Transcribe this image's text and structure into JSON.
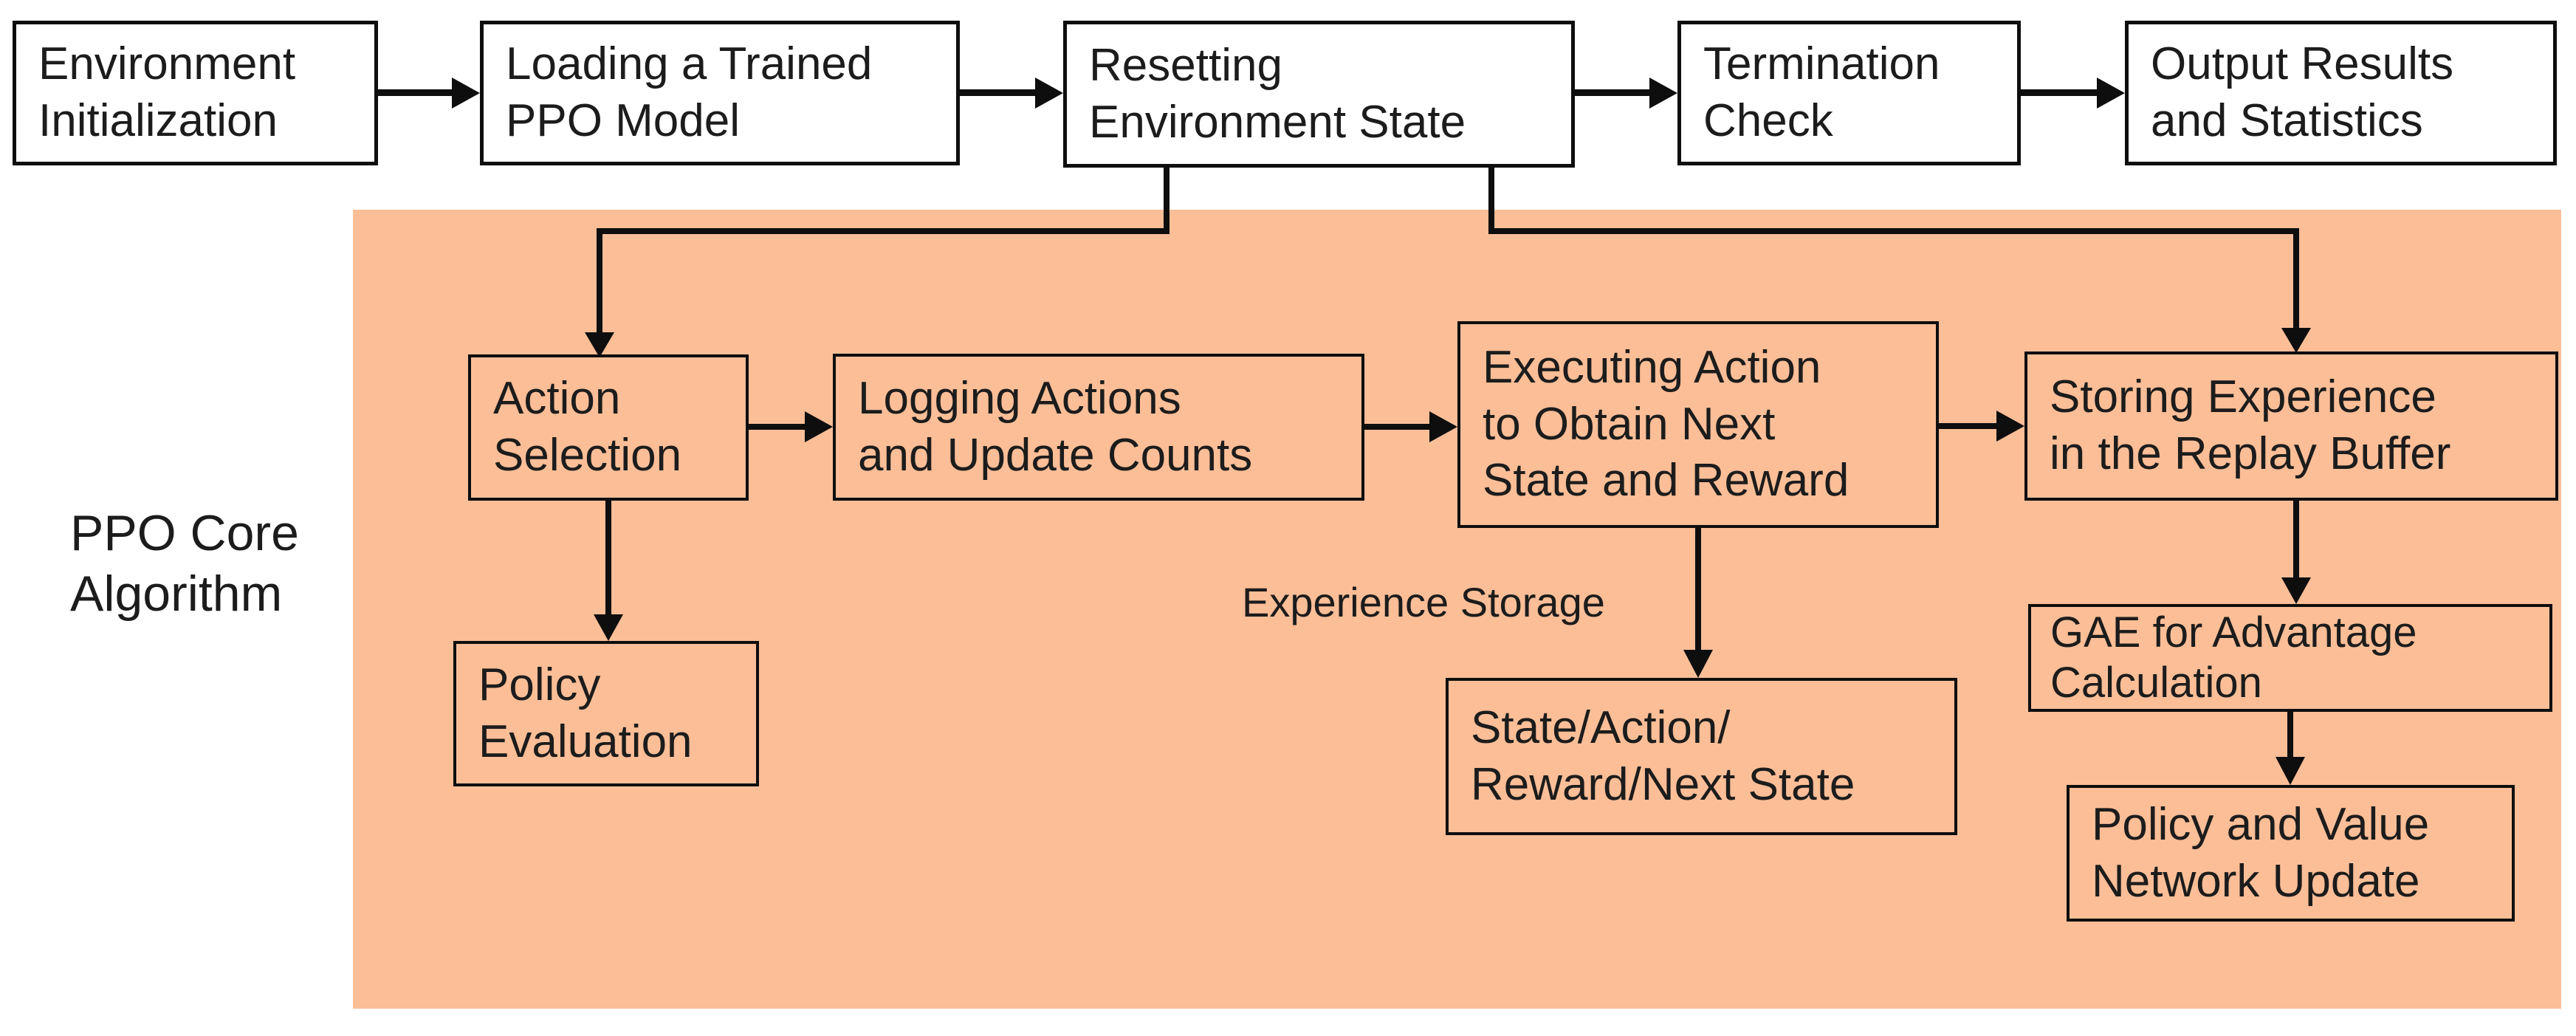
{
  "colors": {
    "panel-bg": "#FBBE97",
    "line": "#0e0e0e",
    "text": "#1c1c1c",
    "box-bg": "#ffffff"
  },
  "top_row": {
    "env_init": "Environment\nInitialization",
    "load_model": "Loading a Trained\nPPO Model",
    "reset_env": "Resetting\nEnvironment State",
    "term_check": "Termination\nCheck",
    "output_results": "Output Results\nand Statistics"
  },
  "core": {
    "group_label": "PPO Core\nAlgorithm",
    "action_selection": "Action\nSelection",
    "logging": "Logging Actions\nand Update Counts",
    "executing": "Executing Action\nto Obtain Next\nState and Reward",
    "storing": "Storing Experience\nin the Replay Buffer",
    "policy_eval": "Policy\nEvaluation",
    "experience_storage_label": "Experience Storage",
    "sarns": "State/Action/\nReward/Next State",
    "gae": "GAE for Advantage\nCalculation",
    "pvnu": "Policy and Value\nNetwork Update"
  }
}
